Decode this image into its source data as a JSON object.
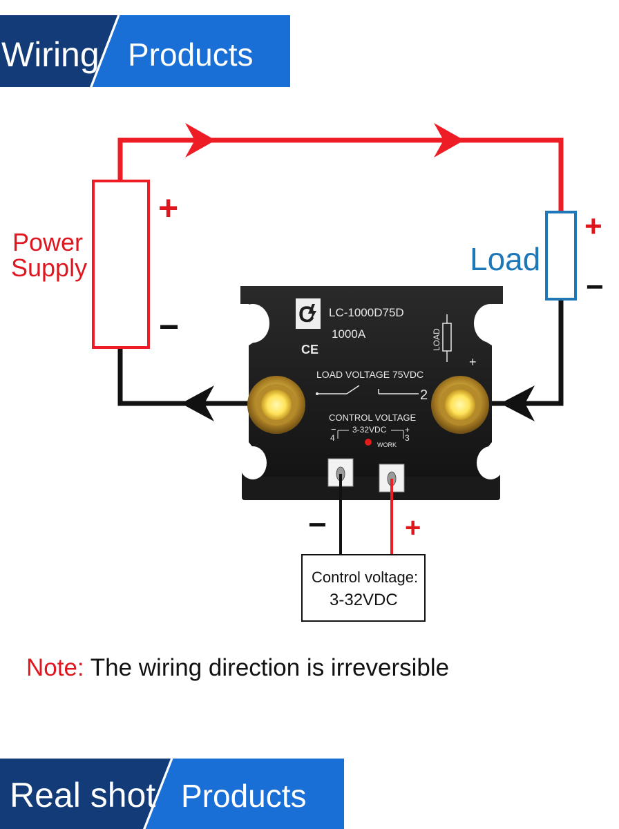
{
  "banners": {
    "top": {
      "left_label": "Wiring",
      "right_label": "Products"
    },
    "bottom": {
      "left_label": "Real shot",
      "right_label": "Products"
    }
  },
  "power_supply": {
    "label_line1": "Power",
    "label_line2": "Supply",
    "plus": "+",
    "minus": "−"
  },
  "load": {
    "label": "Load",
    "plus": "+",
    "minus": "−"
  },
  "relay": {
    "model": "LC-1000D75D",
    "current": "1000A",
    "ce_mark": "CE",
    "load_voltage": "LOAD VOLTAGE 75VDC",
    "load_symbol_label": "LOAD",
    "control_voltage_title": "CONTROL VOLTAGE",
    "control_voltage_range": "3-32VDC",
    "work_label": "WORK",
    "terminal_2": "2",
    "terminal_3": "3",
    "terminal_4": "4",
    "terminal_plus": "+",
    "terminal_minus": "−"
  },
  "control_wires": {
    "minus": "−",
    "plus": "+"
  },
  "control_box": {
    "line1": "Control voltage:",
    "line2": "3-32VDC"
  },
  "note": {
    "prefix": "Note:",
    "text": " The wiring direction is irreversible"
  },
  "colors": {
    "banner_dark": "#123b78",
    "banner_light": "#1a6fd6",
    "wire_red": "#ee1c24",
    "wire_black": "#111111",
    "load_blue": "#1e78b8",
    "relay_body": "#1e1e1e",
    "terminal_gold": "#c9a13a"
  }
}
